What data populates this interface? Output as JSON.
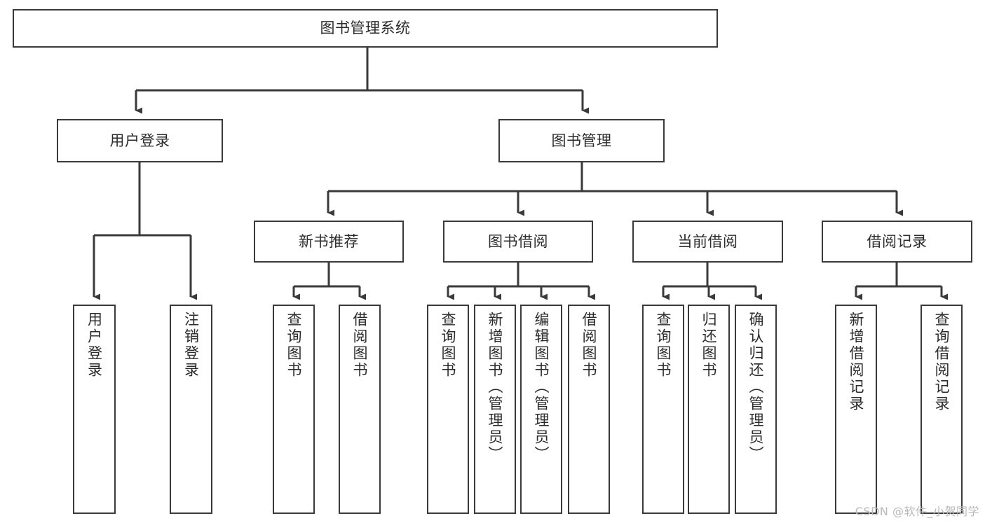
{
  "diagram": {
    "title": "图书管理系统",
    "type": "tree",
    "watermark": "CSDN @软件_小贺同学",
    "colors": {
      "box_border": "#3a3a3a",
      "connector": "#3a3a3a",
      "background": "#ffffff",
      "text": "#2b2b2b",
      "watermark": "#b9b9b9"
    },
    "nodes": {
      "root": {
        "label": "图书管理系统",
        "level": 1,
        "orientation": "horizontal"
      },
      "level2": [
        {
          "id": "user-login",
          "label": "用户登录",
          "orientation": "horizontal"
        },
        {
          "id": "book-management",
          "label": "图书管理",
          "orientation": "horizontal"
        }
      ],
      "level3": [
        {
          "id": "new-book-recommend",
          "label": "新书推荐",
          "orientation": "horizontal"
        },
        {
          "id": "book-borrow",
          "label": "图书借阅",
          "orientation": "horizontal"
        },
        {
          "id": "current-borrow",
          "label": "当前借阅",
          "orientation": "horizontal"
        },
        {
          "id": "borrow-record",
          "label": "借阅记录",
          "orientation": "horizontal"
        }
      ],
      "leaves": [
        {
          "id": "leaf-user-login",
          "label": "用户登录",
          "parent": "user-login",
          "orientation": "vertical"
        },
        {
          "id": "leaf-logout-login",
          "label": "注销登录",
          "parent": "user-login",
          "orientation": "vertical"
        },
        {
          "id": "leaf-query-book-1",
          "label": "查询图书",
          "parent": "new-book-recommend",
          "orientation": "vertical"
        },
        {
          "id": "leaf-borrow-book-1",
          "label": "借阅图书",
          "parent": "new-book-recommend",
          "orientation": "vertical"
        },
        {
          "id": "leaf-query-book-2",
          "label": "查询图书",
          "parent": "book-borrow",
          "orientation": "vertical"
        },
        {
          "id": "leaf-add-book",
          "label": "新增图书（管理员）",
          "parent": "book-borrow",
          "orientation": "vertical"
        },
        {
          "id": "leaf-edit-book",
          "label": "编辑图书（管理员）",
          "parent": "book-borrow",
          "orientation": "vertical"
        },
        {
          "id": "leaf-borrow-book-2",
          "label": "借阅图书",
          "parent": "book-borrow",
          "orientation": "vertical"
        },
        {
          "id": "leaf-query-book-3",
          "label": "查询图书",
          "parent": "current-borrow",
          "orientation": "vertical"
        },
        {
          "id": "leaf-return-book",
          "label": "归还图书",
          "parent": "current-borrow",
          "orientation": "vertical"
        },
        {
          "id": "leaf-confirm-return",
          "label": "确认归还（管理员）",
          "parent": "current-borrow",
          "orientation": "vertical"
        },
        {
          "id": "leaf-add-record",
          "label": "新增借阅记录",
          "parent": "borrow-record",
          "orientation": "vertical"
        },
        {
          "id": "leaf-query-record",
          "label": "查询借阅记录",
          "parent": "borrow-record",
          "orientation": "vertical"
        }
      ]
    }
  }
}
